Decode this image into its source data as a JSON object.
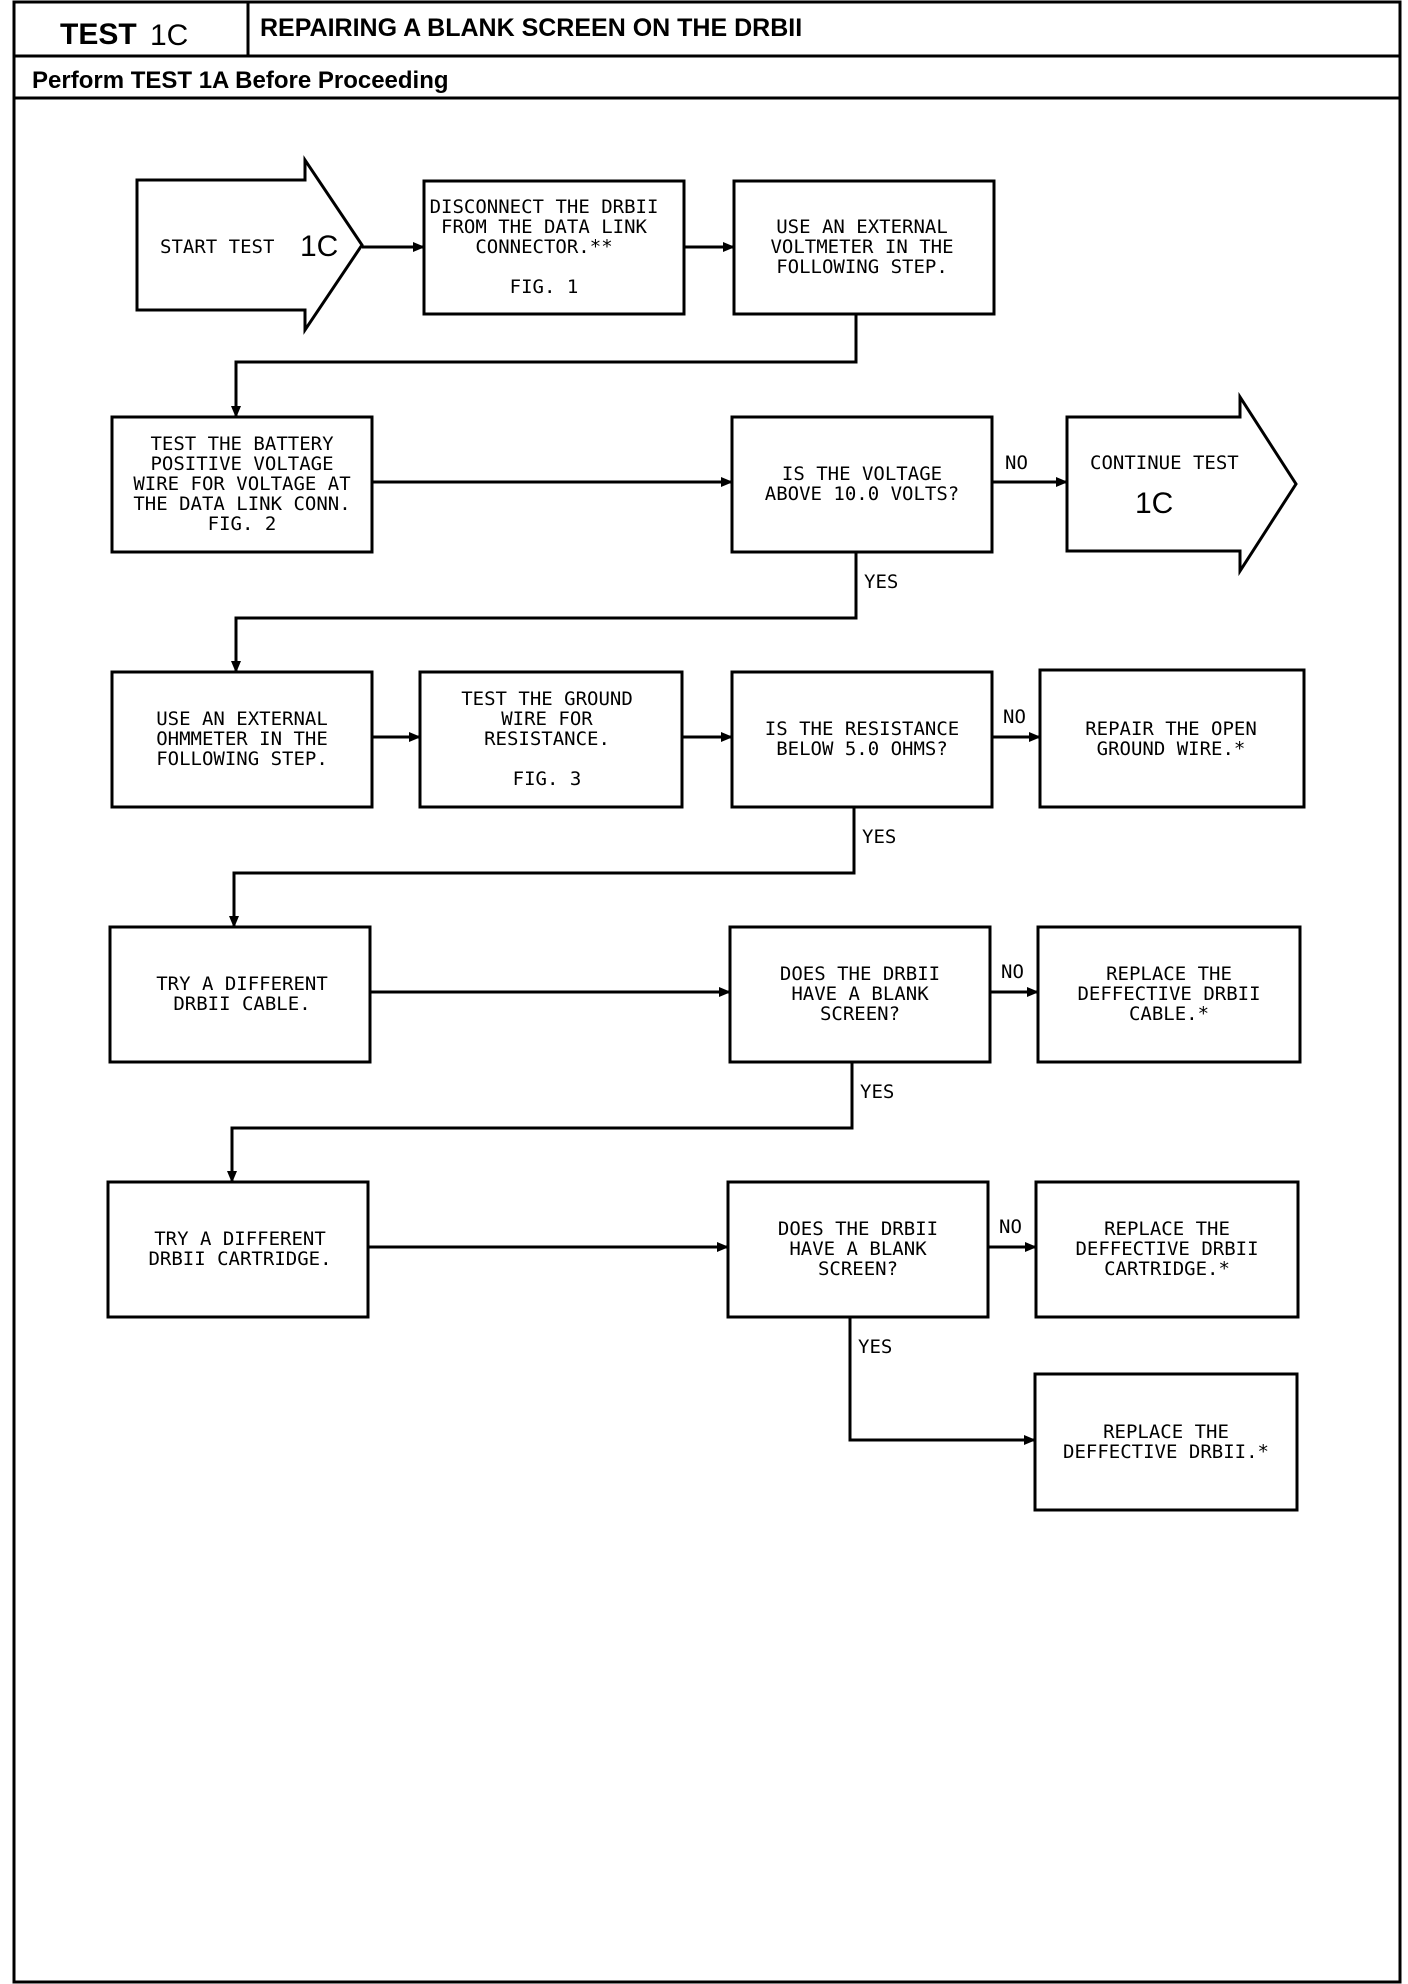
{
  "header": {
    "test_word": "TEST",
    "test_id": "1C",
    "title": "REPAIRING A BLANK SCREEN ON THE DRBII",
    "subtitle": "Perform TEST 1A Before Proceeding"
  },
  "flowchart": {
    "start": {
      "text": "START TEST",
      "id": "1C"
    },
    "disconnect": {
      "lines": [
        "DISCONNECT THE DRBII",
        "FROM THE DATA LINK",
        "CONNECTOR.**",
        "",
        "FIG. 1"
      ]
    },
    "voltmeter": {
      "lines": [
        "USE AN EXTERNAL",
        "VOLTMETER IN THE",
        "FOLLOWING STEP."
      ]
    },
    "test_battery": {
      "lines": [
        "TEST THE BATTERY",
        "POSITIVE VOLTAGE",
        "WIRE FOR VOLTAGE AT",
        "THE DATA LINK CONN.",
        "FIG. 2"
      ]
    },
    "q_voltage": {
      "lines": [
        "IS THE VOLTAGE",
        "ABOVE 10.0 VOLTS?"
      ]
    },
    "continue": {
      "text": "CONTINUE TEST",
      "id": "1C"
    },
    "ohmmeter": {
      "lines": [
        "USE AN EXTERNAL",
        "OHMMETER IN THE",
        "FOLLOWING STEP."
      ]
    },
    "test_ground": {
      "lines": [
        "TEST THE GROUND",
        "WIRE FOR",
        "RESISTANCE.",
        "",
        "FIG. 3"
      ]
    },
    "q_resistance": {
      "lines": [
        "IS THE RESISTANCE",
        "BELOW 5.0 OHMS?"
      ]
    },
    "repair_ground": {
      "lines": [
        "REPAIR THE OPEN",
        "GROUND WIRE.*"
      ]
    },
    "try_cable": {
      "lines": [
        "TRY A DIFFERENT",
        "DRBII CABLE."
      ]
    },
    "q_blank1": {
      "lines": [
        "DOES THE DRBII",
        "HAVE A BLANK",
        "SCREEN?"
      ]
    },
    "replace_cable": {
      "lines": [
        "REPLACE THE",
        "DEFFECTIVE DRBII",
        "CABLE.*"
      ]
    },
    "try_cartridge": {
      "lines": [
        "TRY A DIFFERENT",
        "DRBII CARTRIDGE."
      ]
    },
    "q_blank2": {
      "lines": [
        "DOES THE DRBII",
        "HAVE A BLANK",
        "SCREEN?"
      ]
    },
    "replace_cartridge": {
      "lines": [
        "REPLACE THE",
        "DEFFECTIVE DRBII",
        "CARTRIDGE.*"
      ]
    },
    "replace_drbii": {
      "lines": [
        "REPLACE THE",
        "DEFFECTIVE DRBII.*"
      ]
    },
    "labels": {
      "no": "NO",
      "yes": "YES"
    }
  }
}
